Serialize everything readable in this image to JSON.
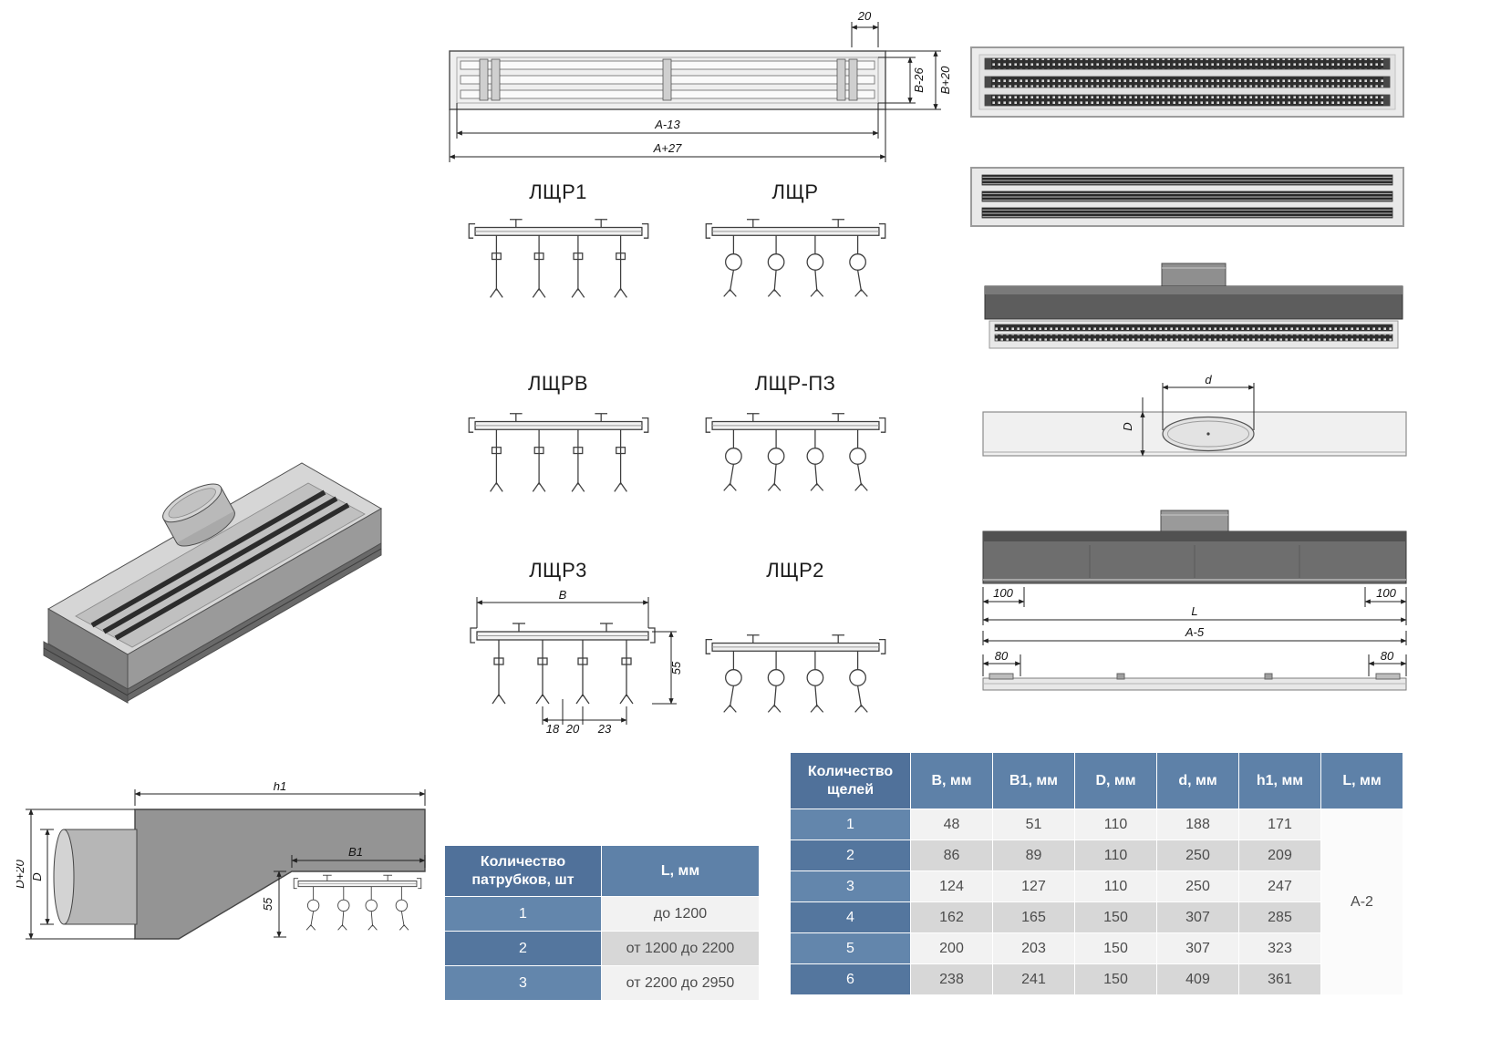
{
  "frame_drawing": {
    "dim_offset": "20",
    "dim_inner_height": "B-26",
    "dim_outer_height": "B+20",
    "dim_inner_width": "A-13",
    "dim_outer_width": "A+27"
  },
  "section_labels": {
    "lshr1": "ЛЩР1",
    "lshr": "ЛЩР",
    "lshrv": "ЛЩРВ",
    "lshr_pz": "ЛЩР-ПЗ",
    "lshr3": "ЛЩР3",
    "lshr2": "ЛЩР2"
  },
  "lshr3_dims": {
    "width": "B",
    "height": "55",
    "gap1": "18",
    "gap2": "20",
    "gap3": "23"
  },
  "plan_drawing": {
    "dim_depth": "D",
    "dim_spigot": "d"
  },
  "elevation_drawing": {
    "dim_end_left": "100",
    "dim_length": "L",
    "dim_end_right": "100",
    "dim_total": "A-5",
    "dim_bracket_left": "80",
    "dim_bracket_right": "80"
  },
  "section_view": {
    "dim_h1": "h1",
    "dim_d_plus20": "D+20",
    "dim_d": "D",
    "dim_b1": "B1",
    "dim_55": "55"
  },
  "pipe_table": {
    "col_count_header": "Количество патрубков, шт",
    "col_length_header": "L, мм",
    "rows": [
      {
        "count": "1",
        "length": "до 1200"
      },
      {
        "count": "2",
        "length": "от 1200 до 2200"
      },
      {
        "count": "3",
        "length": "от 2200 до 2950"
      }
    ]
  },
  "slots_table": {
    "col_count_header": "Количество щелей",
    "headers": [
      "B, мм",
      "B1, мм",
      "D, мм",
      "d, мм",
      "h1, мм",
      "L, мм"
    ],
    "rows": [
      {
        "count": "1",
        "b": "48",
        "b1": "51",
        "d_cap": "110",
        "d_low": "188",
        "h1": "171"
      },
      {
        "count": "2",
        "b": "86",
        "b1": "89",
        "d_cap": "110",
        "d_low": "250",
        "h1": "209"
      },
      {
        "count": "3",
        "b": "124",
        "b1": "127",
        "d_cap": "110",
        "d_low": "250",
        "h1": "247"
      },
      {
        "count": "4",
        "b": "162",
        "b1": "165",
        "d_cap": "150",
        "d_low": "307",
        "h1": "285"
      },
      {
        "count": "5",
        "b": "200",
        "b1": "203",
        "d_cap": "150",
        "d_low": "307",
        "h1": "323"
      },
      {
        "count": "6",
        "b": "238",
        "b1": "241",
        "d_cap": "150",
        "d_low": "409",
        "h1": "361"
      }
    ],
    "l_value": "A-2"
  },
  "colors": {
    "table_header": "#5e81a8",
    "table_header_dark": "#50719a",
    "row_light": "#f2f2f2",
    "row_shaded": "#d7d7d7"
  }
}
